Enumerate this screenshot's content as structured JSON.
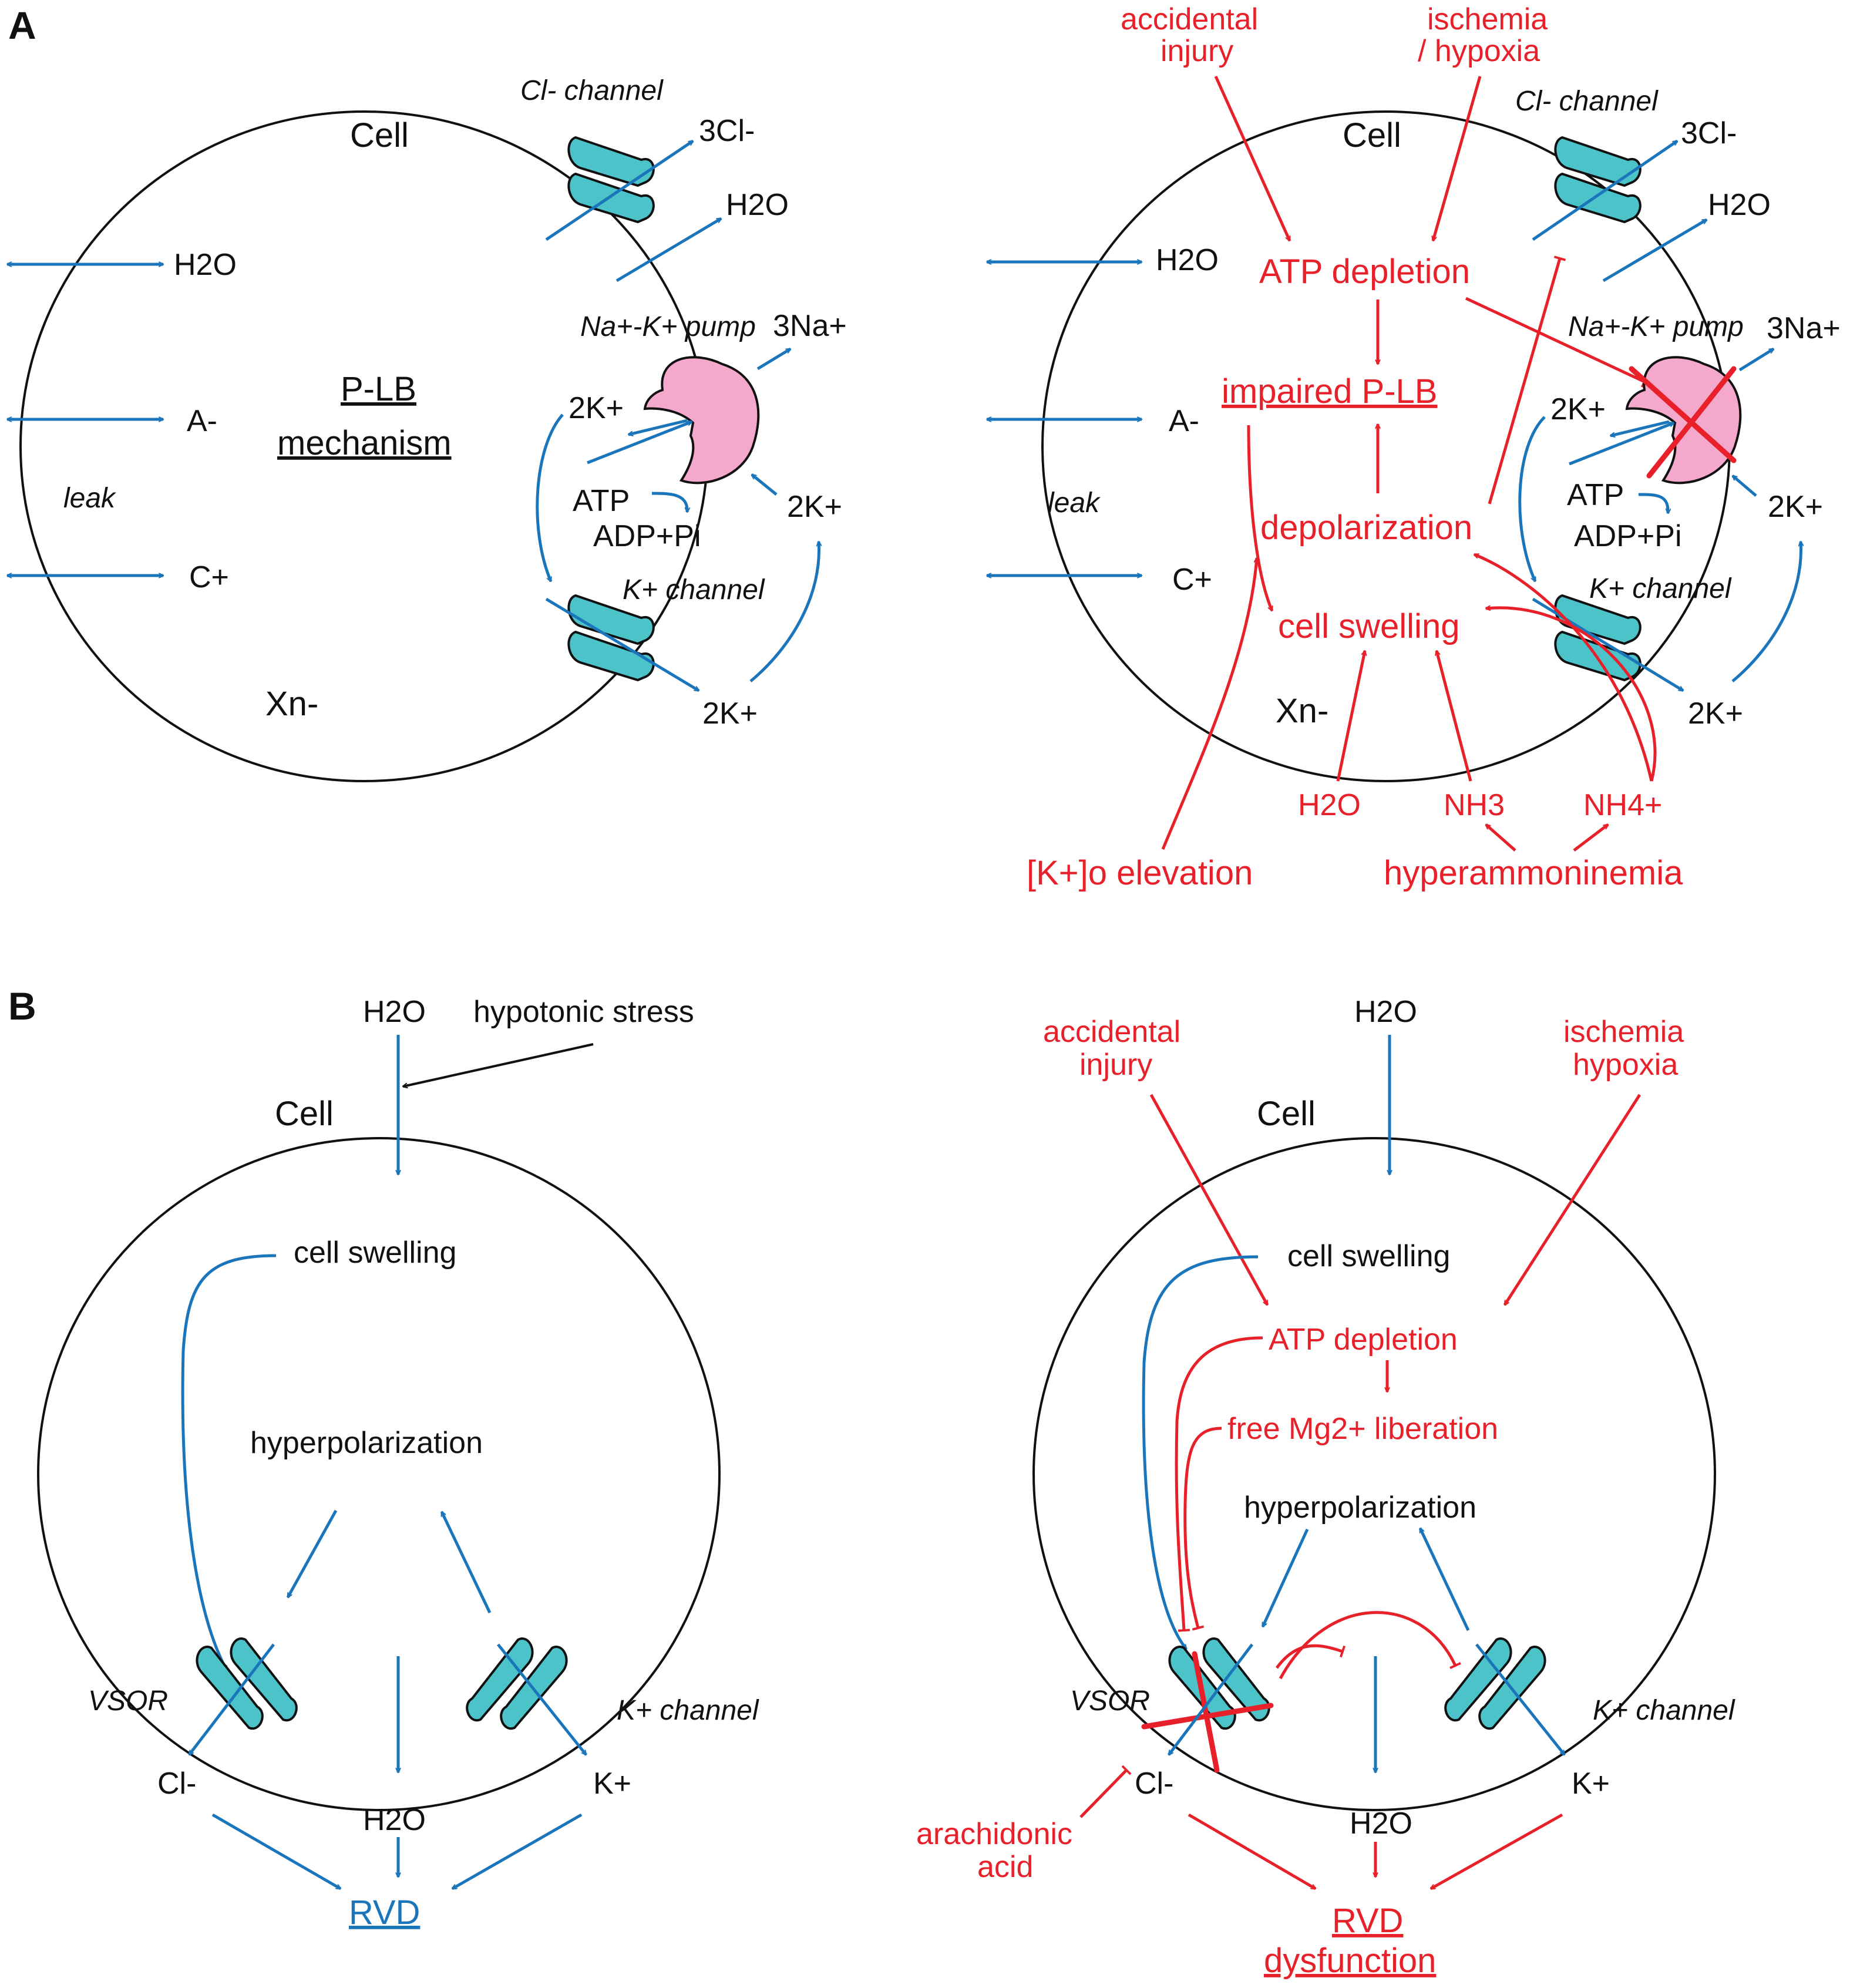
{
  "panel_labels": {
    "a": "A",
    "b": "B"
  },
  "panelA_left": {
    "cell": "Cell",
    "cl_channel": "Cl- channel",
    "cl_out": "3Cl-",
    "h2o_out": "H2O",
    "h2o_leak": "H2O",
    "a_leak": "A-",
    "leak": "leak",
    "c_leak": "C+",
    "plb_line1": "P-LB",
    "plb_line2": "mechanism",
    "pump": "Na+-K+ pump",
    "na_out": "3Na+",
    "k_in": "2K+",
    "atp": "ATP",
    "adp": "ADP+Pi",
    "k_pump_in": "2K+",
    "k_channel": "K+ channel",
    "k_out": "2K+",
    "xn": "Xn-"
  },
  "panelA_right": {
    "cell": "Cell",
    "accidental_1": "accidental",
    "accidental_2": "injury",
    "ischemia_1": "ischemia",
    "ischemia_2": "/ hypoxia",
    "cl_channel": "Cl- channel",
    "cl_out": "3Cl-",
    "h2o_out": "H2O",
    "h2o_leak": "H2O",
    "atp_depletion": "ATP depletion",
    "pump": "Na+-K+ pump",
    "na_out": "3Na+",
    "impaired": "impaired P-LB",
    "a_leak": "A-",
    "k_in": "2K+",
    "atp": "ATP",
    "adp": "ADP+Pi",
    "k_pump_in": "2K+",
    "leak": "leak",
    "depolarization": "depolarization",
    "c_leak": "C+",
    "k_channel": "K+ channel",
    "cell_swelling": "cell swelling",
    "xn": "Xn-",
    "k_out": "2K+",
    "h2o_red": "H2O",
    "nh3": "NH3",
    "nh4": "NH4+",
    "k_elevation": "[K+]o elevation",
    "hyperammon": "hyperammoninemia"
  },
  "panelB_left": {
    "h2o_top": "H2O",
    "hypotonic": "hypotonic stress",
    "cell": "Cell",
    "cell_swelling": "cell swelling",
    "hyperpol": "hyperpolarization",
    "vsor": "VSOR",
    "k_channel": "K+ channel",
    "cl": "Cl-",
    "h2o_bottom": "H2O",
    "k": "K+",
    "rvd": "RVD"
  },
  "panelB_right": {
    "accidental_1": "accidental",
    "accidental_2": "injury",
    "h2o_top": "H2O",
    "ischemia_1": "ischemia",
    "ischemia_2": "hypoxia",
    "cell": "Cell",
    "cell_swelling": "cell swelling",
    "atp_depletion": "ATP depletion",
    "mg": "free Mg2+ liberation",
    "hyperpol": "hyperpolarization",
    "vsor": "VSOR",
    "k_channel": "K+ channel",
    "cl": "Cl-",
    "h2o_bottom": "H2O",
    "k": "K+",
    "arach_1": "arachidonic",
    "arach_2": "acid",
    "rvd_1": "RVD",
    "rvd_2": "dysfunction"
  }
}
